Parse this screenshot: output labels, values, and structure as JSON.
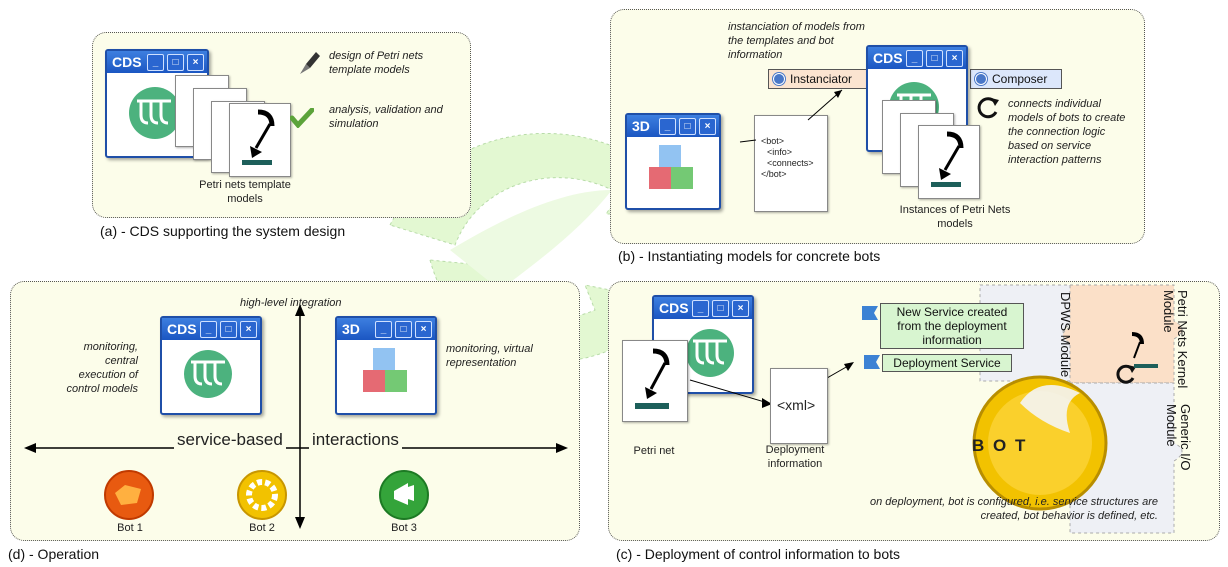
{
  "panels": {
    "a": {
      "caption": "(a) - CDS supporting the system design",
      "window_title": "CDS",
      "note_design": "design of Petri nets template models",
      "note_analysis": "analysis, validation and simulation",
      "templates_label": "Petri nets template models"
    },
    "b": {
      "caption": "(b) - Instantiating models for concrete bots",
      "note_instanciation": "instanciation of models from the templates and bot information",
      "instanciator_label": "Instanciator",
      "composer_label": "Composer",
      "window_3d_title": "3D",
      "window_cds_title": "CDS",
      "bot_doc_lines": [
        "<bot>",
        "<info>",
        "<connects>",
        "</bot>"
      ],
      "note_connects": "connects individual models of bots to create the connection logic based on service interaction patterns",
      "instances_label": "Instances of Petri Nets models"
    },
    "c": {
      "caption": "(c) - Deployment of control information to bots",
      "window_cds_title": "CDS",
      "petri_net_label": "Petri net",
      "xml_text": "<xml>",
      "deployment_info_label": "Deployment information",
      "svc_new": "New Service created from the deployment information",
      "svc_deploy": "Deployment Service",
      "dpws_module": "DPWS Module",
      "petri_kernel_module": "Petri Nets Kernel Module",
      "generic_io_module": "Generic I/O Module",
      "bot_text": "B O T",
      "note_deploy": "on deployment, bot is configured, i.e. service structures are created, bot behavior is defined, etc."
    },
    "d": {
      "caption": "(d) - Operation",
      "high_level": "high-level integration",
      "note_monitor_central": "monitoring, central execution of control models",
      "note_monitor_virtual": "monitoring, virtual representation",
      "window_cds_title": "CDS",
      "window_3d_title": "3D",
      "axis_left": "service-based",
      "axis_right": "interactions",
      "bot1": "Bot 1",
      "bot2": "Bot 2",
      "bot3": "Bot 3"
    }
  },
  "colors": {
    "panel_fill": "#fcfdea",
    "titlebar": "#1b56c2",
    "cycle_arrow": "#d9f5c4",
    "cds_logo": "#4cb27e",
    "tag_fill": "#fbe4d0",
    "composer_fill": "#dce7fb",
    "service_fill": "#d8f5d0",
    "puzzle_peach": "#fbe0c8",
    "bot_gold": "#f2c200"
  }
}
